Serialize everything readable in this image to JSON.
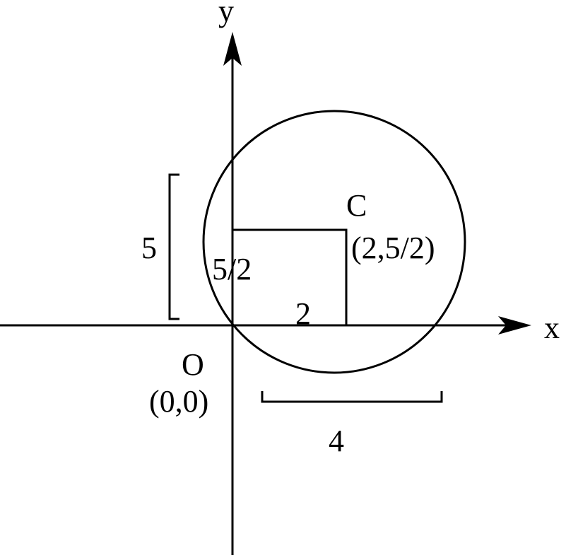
{
  "labels": {
    "y_axis": "y",
    "x_axis": "x",
    "center_name": "C",
    "center_coords": "(2,5/2)",
    "origin_name": "O",
    "origin_coords": "(0,0)",
    "diameter_vertical": "5",
    "half_vertical": "5/2",
    "half_horizontal": "2",
    "chord_horizontal": "4"
  }
}
